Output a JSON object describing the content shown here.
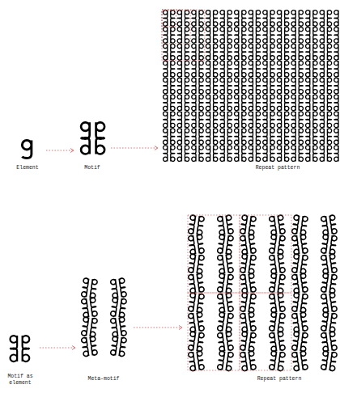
{
  "diagram": {
    "nodes": [
      {
        "text": [
          "Element"
        ]
      },
      {
        "text": [
          "Motif"
        ]
      },
      {
        "text": [
          "Repeat pattern"
        ]
      },
      {
        "text": [
          "Motif as element"
        ]
      },
      {
        "text": [
          "Meta-motif"
        ]
      },
      {
        "text": [
          "Repeat pattern"
        ]
      }
    ],
    "edges": [
      {
        "from": 0,
        "to": 1,
        "arrow": "to"
      },
      {
        "from": 1,
        "to": 2,
        "arrow": "to"
      },
      {
        "from": 3,
        "to": 4,
        "arrow": "to"
      },
      {
        "from": 4,
        "to": 5,
        "arrow": "to"
      }
    ]
  }
}
